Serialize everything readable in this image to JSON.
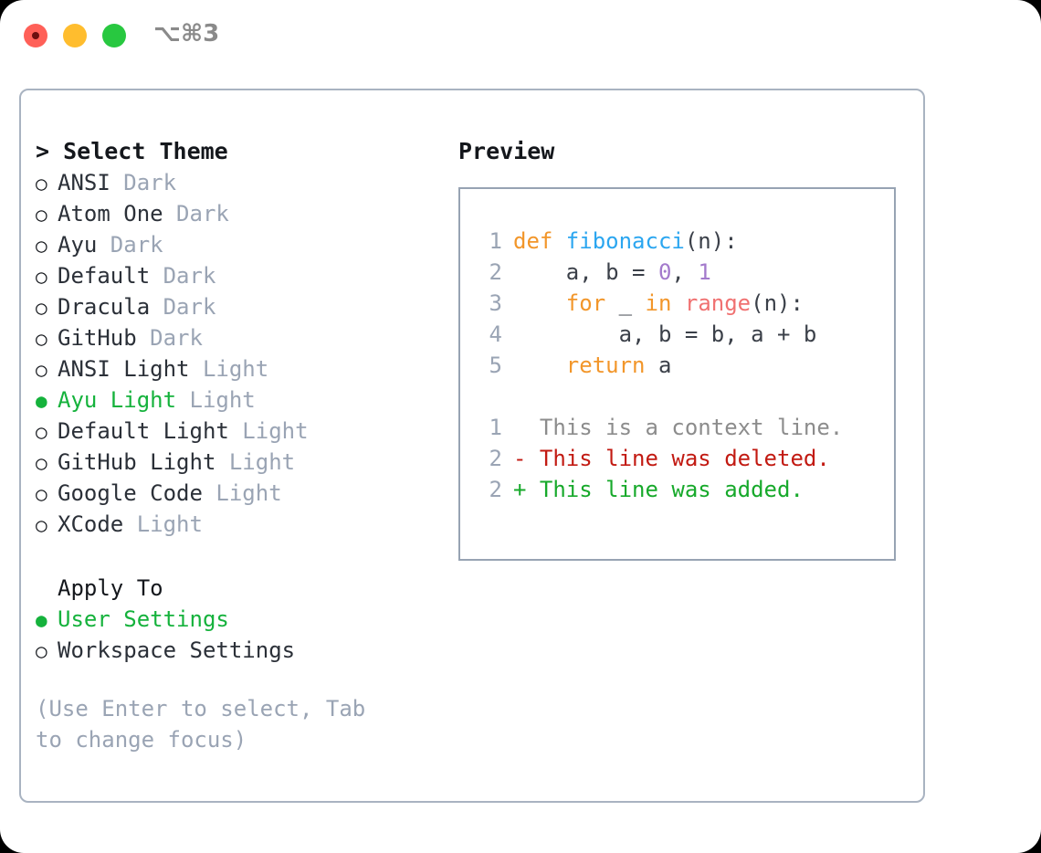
{
  "titlebar": {
    "shortcut": "⌥⌘3",
    "buttons": [
      {
        "name": "close",
        "color": "#ff6058"
      },
      {
        "name": "minimize",
        "color": "#ffbd2e"
      },
      {
        "name": "maximize",
        "color": "#28c840"
      }
    ]
  },
  "left": {
    "heading": "> Select Theme",
    "themes": [
      {
        "bullet": "○",
        "name": "ANSI",
        "tag": "Dark",
        "selected": false
      },
      {
        "bullet": "○",
        "name": "Atom One",
        "tag": "Dark",
        "selected": false
      },
      {
        "bullet": "○",
        "name": "Ayu",
        "tag": "Dark",
        "selected": false
      },
      {
        "bullet": "○",
        "name": "Default",
        "tag": "Dark",
        "selected": false
      },
      {
        "bullet": "○",
        "name": "Dracula",
        "tag": "Dark",
        "selected": false
      },
      {
        "bullet": "○",
        "name": "GitHub",
        "tag": "Dark",
        "selected": false
      },
      {
        "bullet": "○",
        "name": "ANSI Light",
        "tag": "Light",
        "selected": false
      },
      {
        "bullet": "●",
        "name": "Ayu Light",
        "tag": "Light",
        "selected": true
      },
      {
        "bullet": "○",
        "name": "Default Light",
        "tag": "Light",
        "selected": false
      },
      {
        "bullet": "○",
        "name": "GitHub Light",
        "tag": "Light",
        "selected": false
      },
      {
        "bullet": "○",
        "name": "Google Code",
        "tag": "Light",
        "selected": false
      },
      {
        "bullet": "○",
        "name": "XCode",
        "tag": "Light",
        "selected": false
      }
    ],
    "apply_to": {
      "heading": "Apply To",
      "options": [
        {
          "bullet": "●",
          "label": "User Settings",
          "selected": true
        },
        {
          "bullet": "○",
          "label": "Workspace Settings",
          "selected": false
        }
      ]
    },
    "hint": "(Use Enter to select, Tab to change focus)"
  },
  "right": {
    "heading": "Preview",
    "code": [
      {
        "lno": "1",
        "tokens": [
          {
            "t": "def ",
            "c": "kw"
          },
          {
            "t": "fibonacci",
            "c": "fn"
          },
          {
            "t": "(n):",
            "c": "plain"
          }
        ]
      },
      {
        "lno": "2",
        "tokens": [
          {
            "t": "    a, b = ",
            "c": "plain"
          },
          {
            "t": "0",
            "c": "num"
          },
          {
            "t": ", ",
            "c": "plain"
          },
          {
            "t": "1",
            "c": "num"
          }
        ]
      },
      {
        "lno": "3",
        "tokens": [
          {
            "t": "    ",
            "c": "plain"
          },
          {
            "t": "for",
            "c": "kw"
          },
          {
            "t": " _ ",
            "c": "plain"
          },
          {
            "t": "in",
            "c": "kw"
          },
          {
            "t": " ",
            "c": "plain"
          },
          {
            "t": "range",
            "c": "call"
          },
          {
            "t": "(n):",
            "c": "plain"
          }
        ]
      },
      {
        "lno": "4",
        "tokens": [
          {
            "t": "        a, b = b, a + b",
            "c": "plain"
          }
        ]
      },
      {
        "lno": "5",
        "tokens": [
          {
            "t": "    ",
            "c": "plain"
          },
          {
            "t": "return",
            "c": "kw"
          },
          {
            "t": " a",
            "c": "plain"
          }
        ]
      }
    ],
    "diff": [
      {
        "lno": "1",
        "marker": "  ",
        "text": "This is a context line.",
        "kind": "context"
      },
      {
        "lno": "2",
        "marker": "- ",
        "text": "This line was deleted.",
        "kind": "deleted"
      },
      {
        "lno": "2",
        "marker": "+ ",
        "text": "This line was added.",
        "kind": "added"
      }
    ]
  },
  "colors": {
    "accent_green": "#15b23c",
    "keyword_orange": "#f2962a",
    "function_blue": "#2ba6f0",
    "number_purple": "#a37acc",
    "call_red": "#f07171",
    "diff_delete": "#c21a12",
    "diff_add": "#17a92b",
    "muted_gray": "#9aa4b4",
    "border": "#a9b3c1"
  }
}
